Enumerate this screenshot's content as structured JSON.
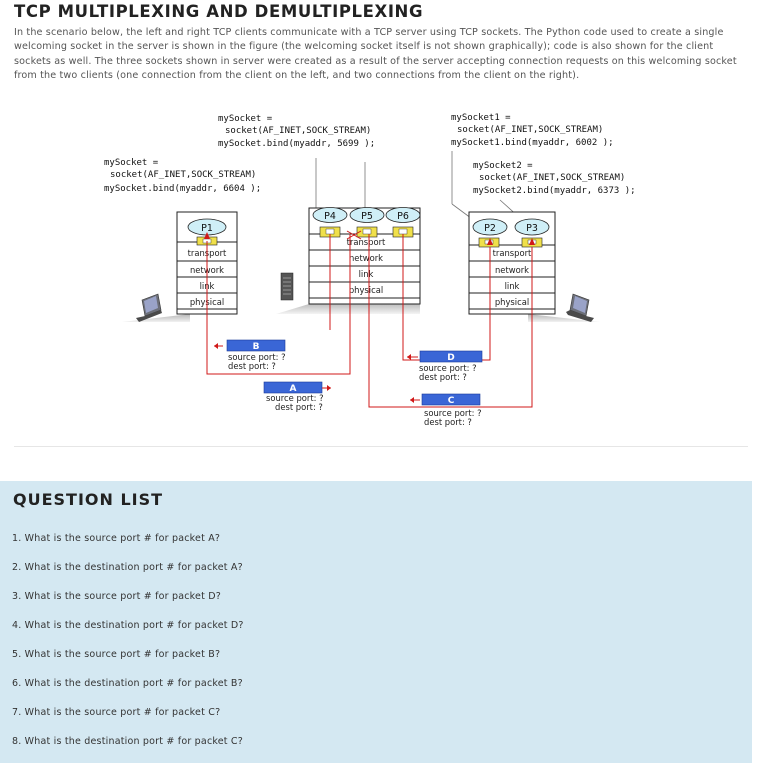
{
  "page": {
    "title": "TCP MULTIPLEXING AND DEMULTIPLEXING",
    "intro": "In the scenario below, the left and right TCP clients communicate with a TCP server using TCP sockets. The Python code used to create a single welcoming socket in the server is shown in the figure (the welcoming socket itself is not shown graphically); code is also shown for the client sockets as well. The three sockets shown in server were created as a result of the server accepting connection requests on this welcoming socket from the two clients (one connection from the client on the left, and two connections from the client on the right)."
  },
  "diagram": {
    "code_server": [
      "mySocket =",
      "socket(AF_INET,SOCK_STREAM)",
      "mySocket.bind(myaddr, 5699  );"
    ],
    "code_left": [
      "mySocket =",
      "socket(AF_INET,SOCK_STREAM)",
      "mySocket.bind(myaddr, 6604  );"
    ],
    "code_right1": [
      "mySocket1 =",
      "socket(AF_INET,SOCK_STREAM)",
      "mySocket1.bind(myaddr, 6002  );"
    ],
    "code_right2": [
      "mySocket2 =",
      "socket(AF_INET,SOCK_STREAM)",
      "mySocket2.bind(myaddr, 6373  );"
    ],
    "processes": {
      "left": [
        "P1"
      ],
      "server": [
        "P4",
        "P5",
        "P6"
      ],
      "right": [
        "P2",
        "P3"
      ]
    },
    "layers": [
      "transport",
      "network",
      "link",
      "physical"
    ],
    "packets": [
      {
        "id": "B",
        "src": "source port: ?",
        "dst": "dest port: ?"
      },
      {
        "id": "A",
        "src": "source port: ?",
        "dst": "dest port: ?"
      },
      {
        "id": "D",
        "src": "source port: ?",
        "dst": "dest port: ?"
      },
      {
        "id": "C",
        "src": "source port: ?",
        "dst": "dest port: ?"
      }
    ],
    "colors": {
      "packet": "#3a66d6",
      "wire": "#d01818",
      "socket": "#f0e04a",
      "process": "#cfeff7"
    }
  },
  "questions": {
    "heading": "QUESTION LIST",
    "items": [
      "1. What is the source port # for packet A?",
      "2. What is the destination port # for packet A?",
      "3. What is the source port # for packet D?",
      "4. What is the destination port # for packet D?",
      "5. What is the source port # for packet B?",
      "6. What is the destination port # for packet B?",
      "7. What is the source port # for packet C?",
      "8. What is the destination port # for packet C?"
    ]
  }
}
